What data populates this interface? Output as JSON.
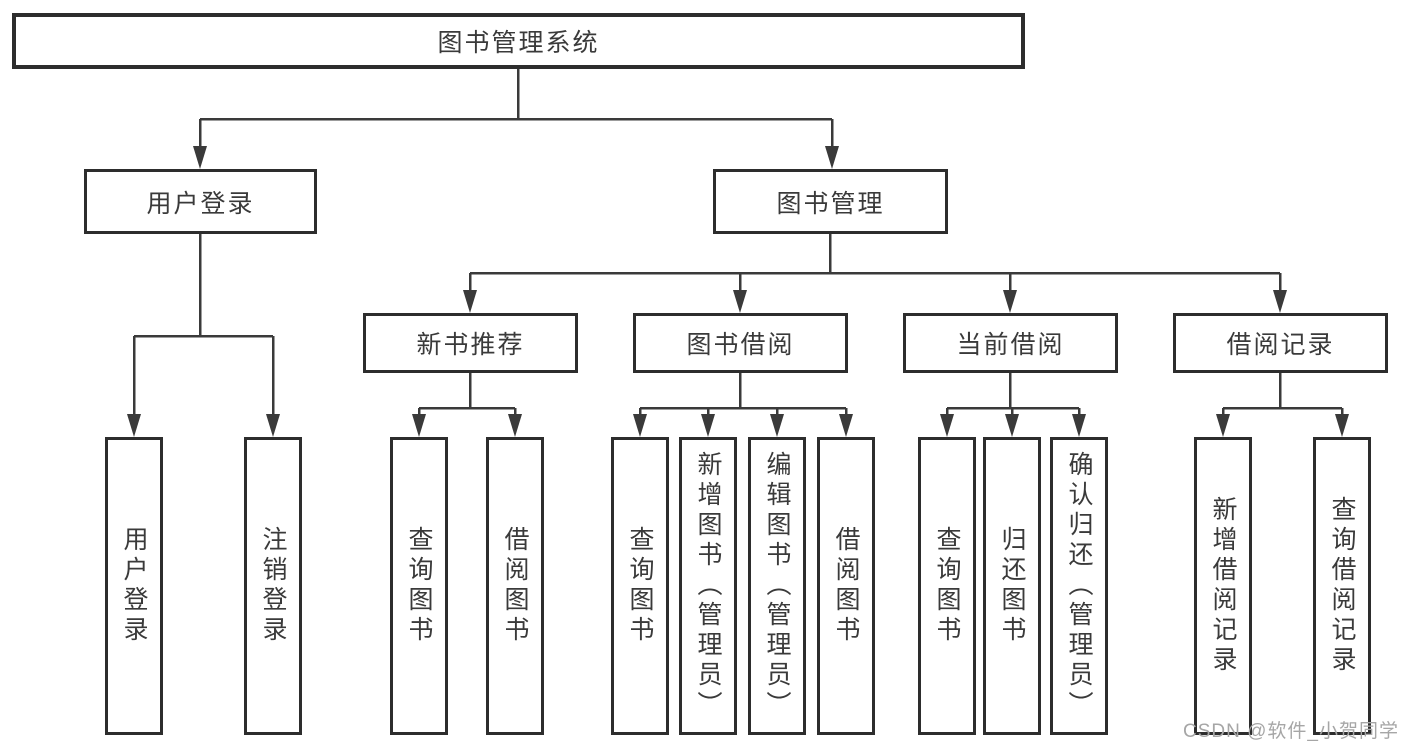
{
  "diagram": {
    "title": "图书管理系统",
    "type": "hierarchy-tree",
    "colors": {
      "line": "#3a3a3a",
      "box_border": "#2d2d2d",
      "box_fill": "#ffffff",
      "text": "#3a3a3a",
      "watermark": "#a6a6a6",
      "background": "#ffffff"
    },
    "tree": {
      "label": "图书管理系统",
      "children": [
        {
          "label": "用户登录",
          "children": [
            {
              "label": "用户登录"
            },
            {
              "label": "注销登录"
            }
          ]
        },
        {
          "label": "图书管理",
          "children": [
            {
              "label": "新书推荐",
              "children": [
                {
                  "label": "查询图书"
                },
                {
                  "label": "借阅图书"
                }
              ]
            },
            {
              "label": "图书借阅",
              "children": [
                {
                  "label": "查询图书"
                },
                {
                  "label": "新增图书（管理员）"
                },
                {
                  "label": "编辑图书（管理员）"
                },
                {
                  "label": "借阅图书"
                }
              ]
            },
            {
              "label": "当前借阅",
              "children": [
                {
                  "label": "查询图书"
                },
                {
                  "label": "归还图书"
                },
                {
                  "label": "确认归还（管理员）"
                }
              ]
            },
            {
              "label": "借阅记录",
              "children": [
                {
                  "label": "新增借阅记录"
                },
                {
                  "label": "查询借阅记录"
                }
              ]
            }
          ]
        }
      ]
    },
    "watermark": "CSDN @软件_小贺同学"
  }
}
